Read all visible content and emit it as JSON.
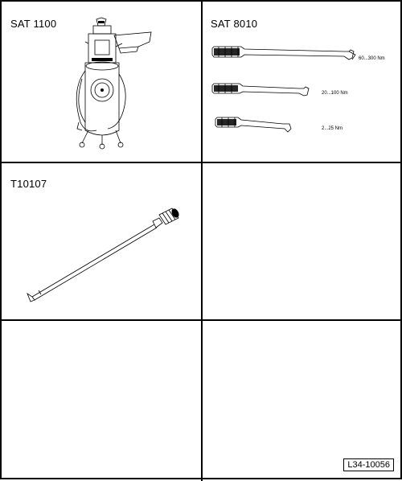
{
  "cells": [
    {
      "id": "c1",
      "label": "SAT 1100"
    },
    {
      "id": "c2",
      "label": "SAT 8010",
      "wrenches": [
        {
          "range": "60...300 Nm"
        },
        {
          "range": "20...100 Nm"
        },
        {
          "range": "2...25 Nm"
        }
      ]
    },
    {
      "id": "c3",
      "label": "T10107"
    },
    {
      "id": "c4",
      "label": ""
    },
    {
      "id": "c5",
      "label": ""
    },
    {
      "id": "c6",
      "label": ""
    }
  ],
  "reference": "L34-10056",
  "colors": {
    "line": "#000000",
    "background": "#ffffff"
  }
}
